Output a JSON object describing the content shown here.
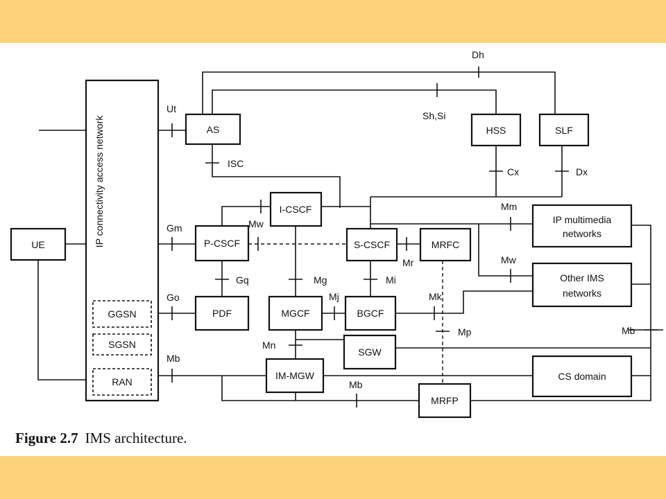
{
  "nodes": {
    "ue": "UE",
    "ip_access": "IP connectivity access network",
    "ggsn": "GGSN",
    "sgsn": "SGSN",
    "ran": "RAN",
    "as": "AS",
    "hss": "HSS",
    "slf": "SLF",
    "pcscf": "P-CSCF",
    "icscf": "I-CSCF",
    "scscf": "S-CSCF",
    "mrfc": "MRFC",
    "pdf": "PDF",
    "mgcf": "MGCF",
    "bgcf": "BGCF",
    "sgw": "SGW",
    "immgw": "IM-MGW",
    "mrfp": "MRFP",
    "ipmm_line1": "IP multimedia",
    "ipmm_line2": "networks",
    "otherims_line1": "Other IMS",
    "otherims_line2": "networks",
    "cs": "CS domain"
  },
  "interfaces": {
    "dh": "Dh",
    "ut": "Ut",
    "shsi": "Sh,Si",
    "isc": "ISC",
    "cx": "Cx",
    "dx": "Dx",
    "gm": "Gm",
    "mw1": "Mw",
    "mm": "Mm",
    "mr": "Mr",
    "mw2": "Mw",
    "gq": "Gq",
    "mg": "Mg",
    "mi": "Mi",
    "go": "Go",
    "mj": "Mj",
    "mk": "Mk",
    "mp": "Mp",
    "mb_right": "Mb",
    "mn": "Mn",
    "mb_left": "Mb",
    "mb_bottom": "Mb"
  },
  "caption": {
    "number": "Figure 2.7",
    "title": "IMS architecture."
  }
}
